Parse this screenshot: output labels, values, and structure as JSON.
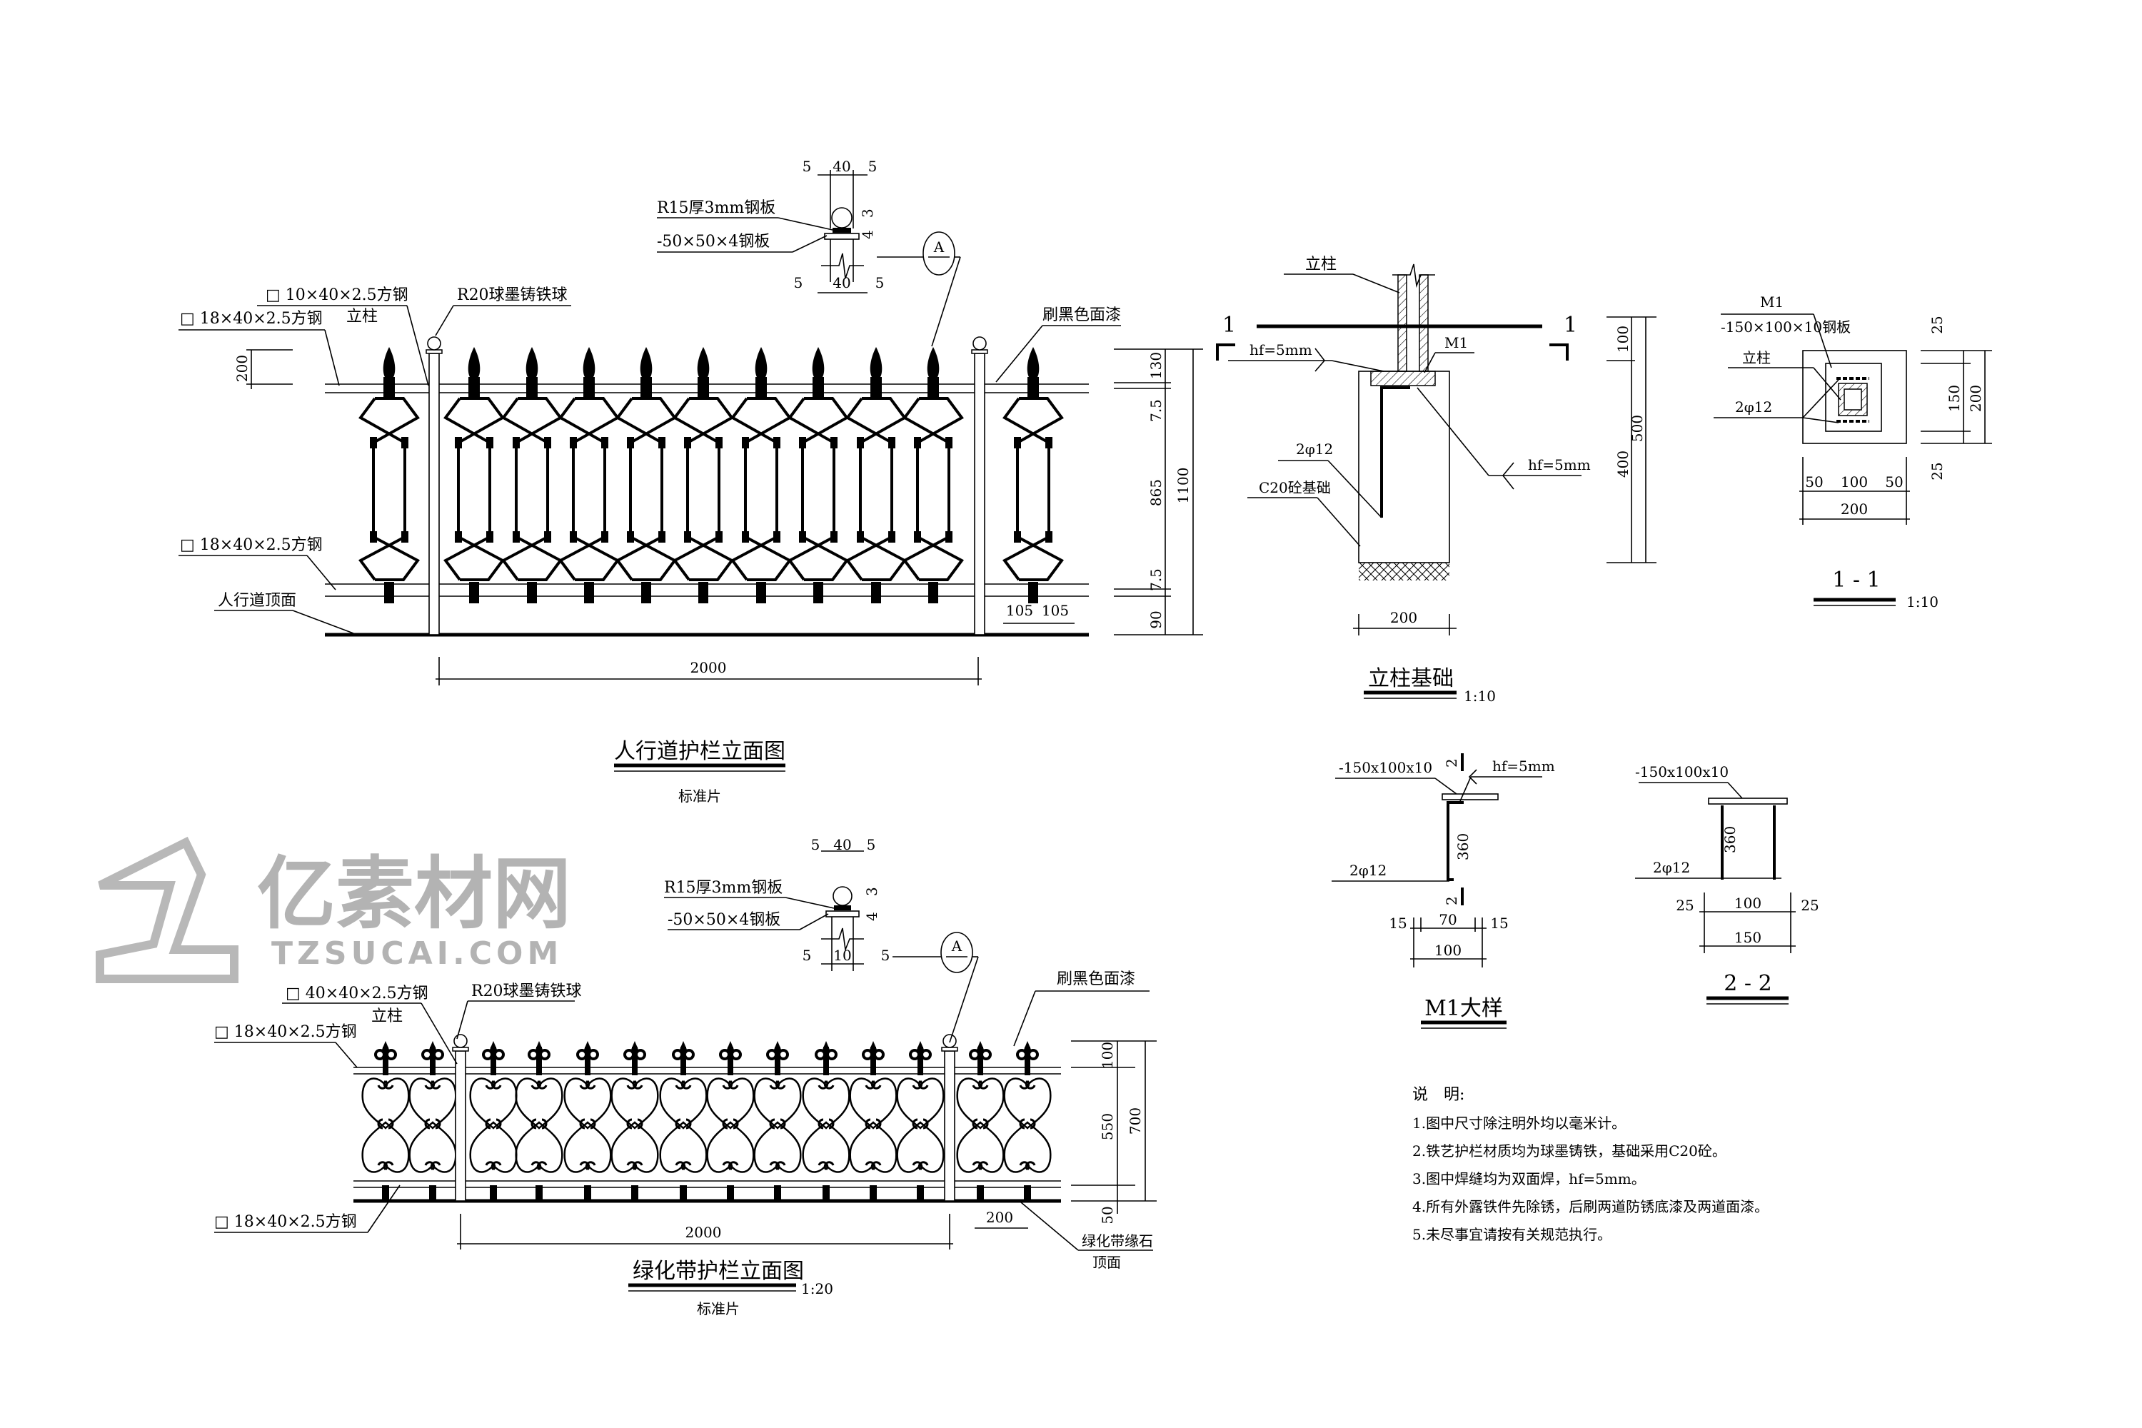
{
  "watermark": {
    "logo_cn": "亿素材网",
    "logo_url": "TZSUCAI.COM",
    "color": "#9a9a9a"
  },
  "upper_fence": {
    "title": "人行道护栏立面图",
    "subtitle": "标准片",
    "labels": {
      "rail_top_tube": "□ 10×40×2.5方钢",
      "rail_top": "□ 18×40×2.5方钢",
      "post": "立柱",
      "ball": "R20球墨铸铁球",
      "rail_bottom": "□ 18×40×2.5方钢",
      "ground": "人行道顶面",
      "paint": "刷黑色面漆"
    },
    "dims": {
      "top": "200",
      "span": "2000",
      "d130": "130",
      "d75a": "7.5",
      "d865": "865",
      "d75b": "7.5",
      "d90": "90",
      "d1100": "1100",
      "p1": "105",
      "p2": "105"
    },
    "detail": {
      "plate_label": "R15厚3mm钢板",
      "base_label": "-50×50×4钢板",
      "top_dims": [
        "5",
        "40",
        "5"
      ],
      "bottom_dims": [
        "5",
        "40",
        "5"
      ],
      "d3": "3",
      "d4": "4",
      "callout": "A"
    }
  },
  "lower_fence": {
    "title": "绿化带护栏立面图",
    "scale": "1:20",
    "subtitle": "标准片",
    "labels": {
      "post_tube": "□ 40×40×2.5方钢",
      "post": "立柱",
      "rail_top": "□ 18×40×2.5方钢",
      "ball": "R20球墨铸铁球",
      "rail_bottom": "□ 18×40×2.5方钢",
      "paint": "刷黑色面漆",
      "curb": "绿化带缘石",
      "curb2": "顶面"
    },
    "dims": {
      "d100": "100",
      "d550": "550",
      "d700": "700",
      "d50": "50",
      "span": "2000",
      "d200": "200"
    },
    "detail": {
      "plate_label": "R15厚3mm钢板",
      "base_label": "-50×50×4钢板",
      "top_dims": [
        "5",
        "40",
        "5"
      ],
      "bottom_dims": [
        "5",
        "10",
        "5"
      ],
      "d3": "3",
      "d4": "4",
      "callout": "A"
    }
  },
  "foundation": {
    "title": "立柱基础",
    "scale": "1:10",
    "section_mark": "1",
    "labels": {
      "post": "立柱",
      "weld1": "hf=5mm",
      "m1": "M1",
      "rebar": "2φ12",
      "concrete": "C20砼基础",
      "weld2": "hf=5mm"
    },
    "dims": {
      "d100": "100",
      "d400": "400",
      "d500": "500",
      "width": "200"
    }
  },
  "section_1_1": {
    "title": "1 - 1",
    "scale": "1:10",
    "labels": {
      "m1": "M1",
      "plate": "-150×100×10钢板",
      "post": "立柱",
      "rebar": "2φ12"
    },
    "dims": {
      "v25a": "25",
      "v150": "150",
      "v200": "200",
      "v25b": "25",
      "h50a": "50",
      "h100": "100",
      "h50b": "50",
      "h200": "200"
    }
  },
  "m1_detail": {
    "title": "M1大样",
    "labels": {
      "plate": "-150x100x10",
      "weld": "hf=5mm",
      "rebar": "2φ12",
      "cut": "2"
    },
    "dims": {
      "len": "360",
      "a": "15",
      "b": "70",
      "c": "15",
      "total": "100"
    }
  },
  "section_2_2": {
    "title": "2 - 2",
    "labels": {
      "plate": "-150x100x10",
      "rebar": "2φ12"
    },
    "dims": {
      "len": "360",
      "a": "25",
      "b": "100",
      "c": "25",
      "total": "150"
    }
  },
  "notes": {
    "heading": "说　明:",
    "items": [
      "1.图中尺寸除注明外均以毫米计。",
      "2.铁艺护栏材质均为球墨铸铁，基础采用C20砼。",
      "3.图中焊缝均为双面焊，hf=5mm。",
      "4.所有外露铁件先除锈，后刷两道防锈底漆及两道面漆。",
      "5.未尽事宜请按有关规范执行。"
    ]
  }
}
